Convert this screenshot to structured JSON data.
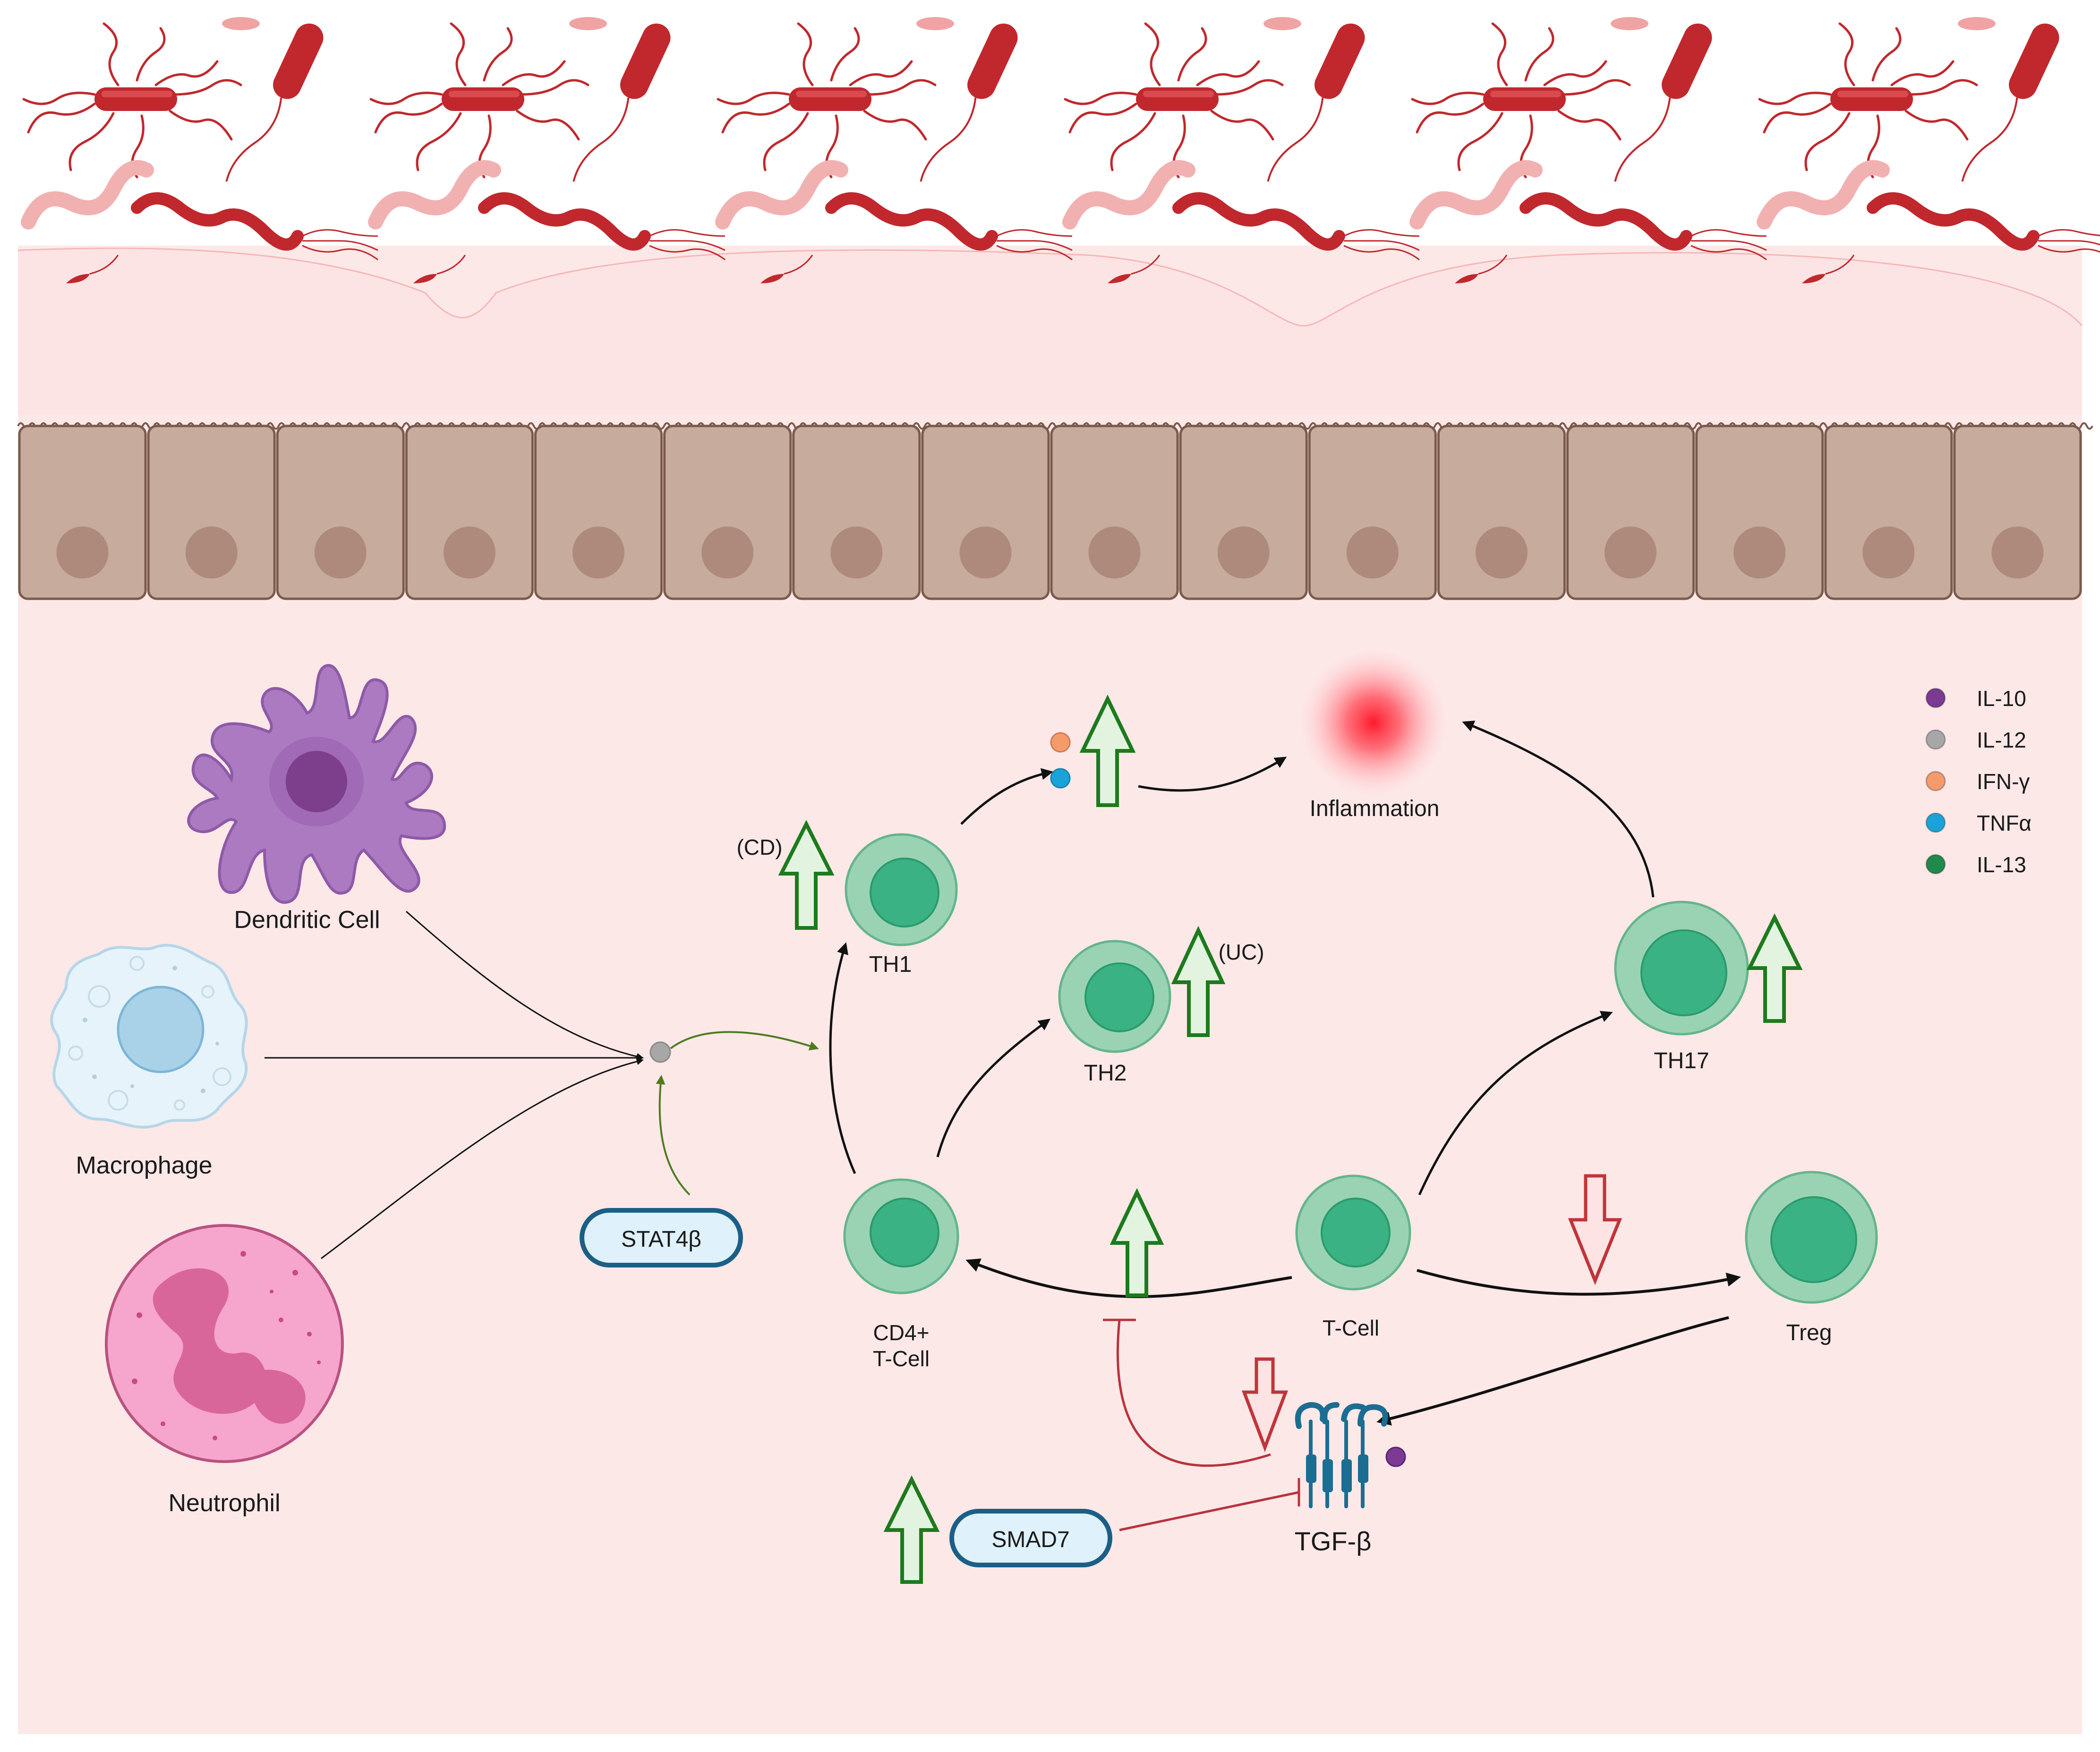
{
  "cells": {
    "dendritic": "Dendritic Cell",
    "macrophage": "Macrophage",
    "neutrophil": "Neutrophil",
    "th1": "TH1",
    "th2": "TH2",
    "th17": "TH17",
    "cd4": "CD4+",
    "cd4_line2": "T-Cell",
    "tcell": "T-Cell",
    "treg": "Treg"
  },
  "outcome": {
    "inflammation": "Inflammation"
  },
  "annotations": {
    "cd": "(CD)",
    "uc": "(UC)"
  },
  "molecules": {
    "stat4b": "STAT4β",
    "smad7": "SMAD7",
    "tgfb": "TGF-β"
  },
  "legend": [
    {
      "label": "IL-10",
      "color": "#7b3a93"
    },
    {
      "label": "IL-12",
      "color": "#a7a7a7"
    },
    {
      "label": "IFN-γ",
      "color": "#f59b6b"
    },
    {
      "label": "TNFα",
      "color": "#1aa3d9"
    },
    {
      "label": "IL-13",
      "color": "#1f8a4c"
    }
  ],
  "colors": {
    "lumen": "#ffffff",
    "mucus": "#fde4e4",
    "lamina_propria": "#fde8e8",
    "epithelium": "#c7ab9d",
    "epithelium_nucleus": "#ad8a7c",
    "bacteria": "#c0282d",
    "bacteria_light": "#f2b1b1",
    "t_cell_outer": "#9ad3b4",
    "t_cell_inner": "#3ab283",
    "up_arrow": "#1d7a1d",
    "up_arrow_fill": "#e2f4e0",
    "down_arrow": "#c0353a",
    "down_arrow_fill": "#fde3e3",
    "inhibit": "#b8333c",
    "activation_green": "#4d7c1f",
    "arrow_black": "#111111",
    "pill_fill": "#dff1fb",
    "pill_stroke": "#1b5f86",
    "inflammation": "#ff2030"
  }
}
